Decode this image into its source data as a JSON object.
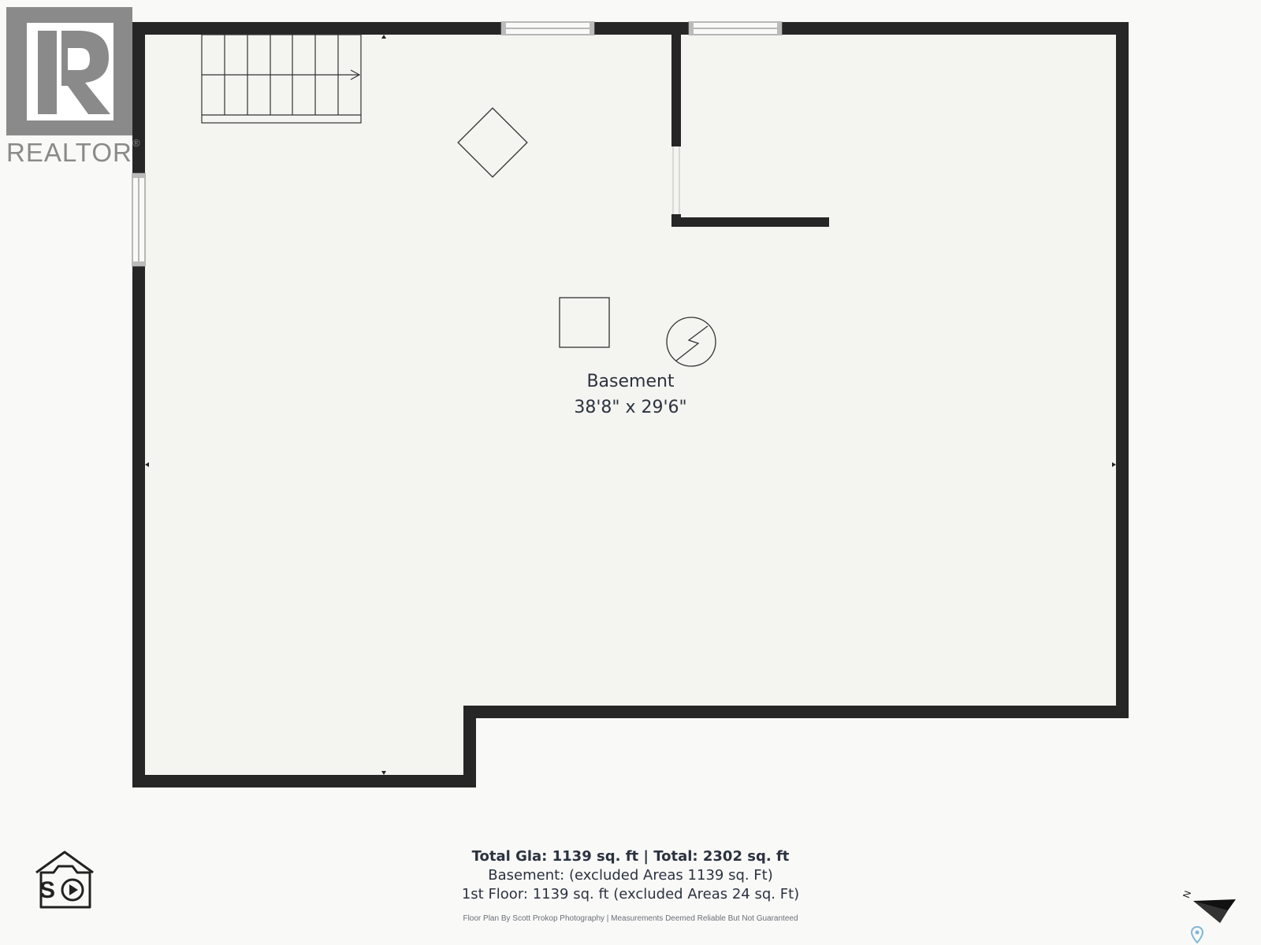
{
  "logo": {
    "text": "REALTOR",
    "mark": "®"
  },
  "room": {
    "name": "Basement",
    "dimensions": "38'8\" x 29'6\""
  },
  "totals": {
    "line1": "Total Gla: 1139 sq. ft | Total: 2302 sq. ft",
    "line2": "Basement: (excluded Areas 1139 sq. Ft)",
    "line3": "1st Floor: 1139 sq. ft (excluded Areas 24 sq. Ft)"
  },
  "credit": "Floor Plan By Scott Prokop Photography | Measurements Deemed Reliable But Not Guaranteed",
  "compass": {
    "label": "N"
  },
  "colors": {
    "wall": "#262626",
    "floor": "#f4f4f0",
    "text": "#2b3340",
    "logo": "#8a8a8a"
  },
  "icons": [
    "realtor-logo",
    "stairs-icon",
    "furnace-icon",
    "water-heater-icon",
    "electrical-panel-icon",
    "photography-logo-icon",
    "north-arrow-icon",
    "map-pin-icon"
  ]
}
